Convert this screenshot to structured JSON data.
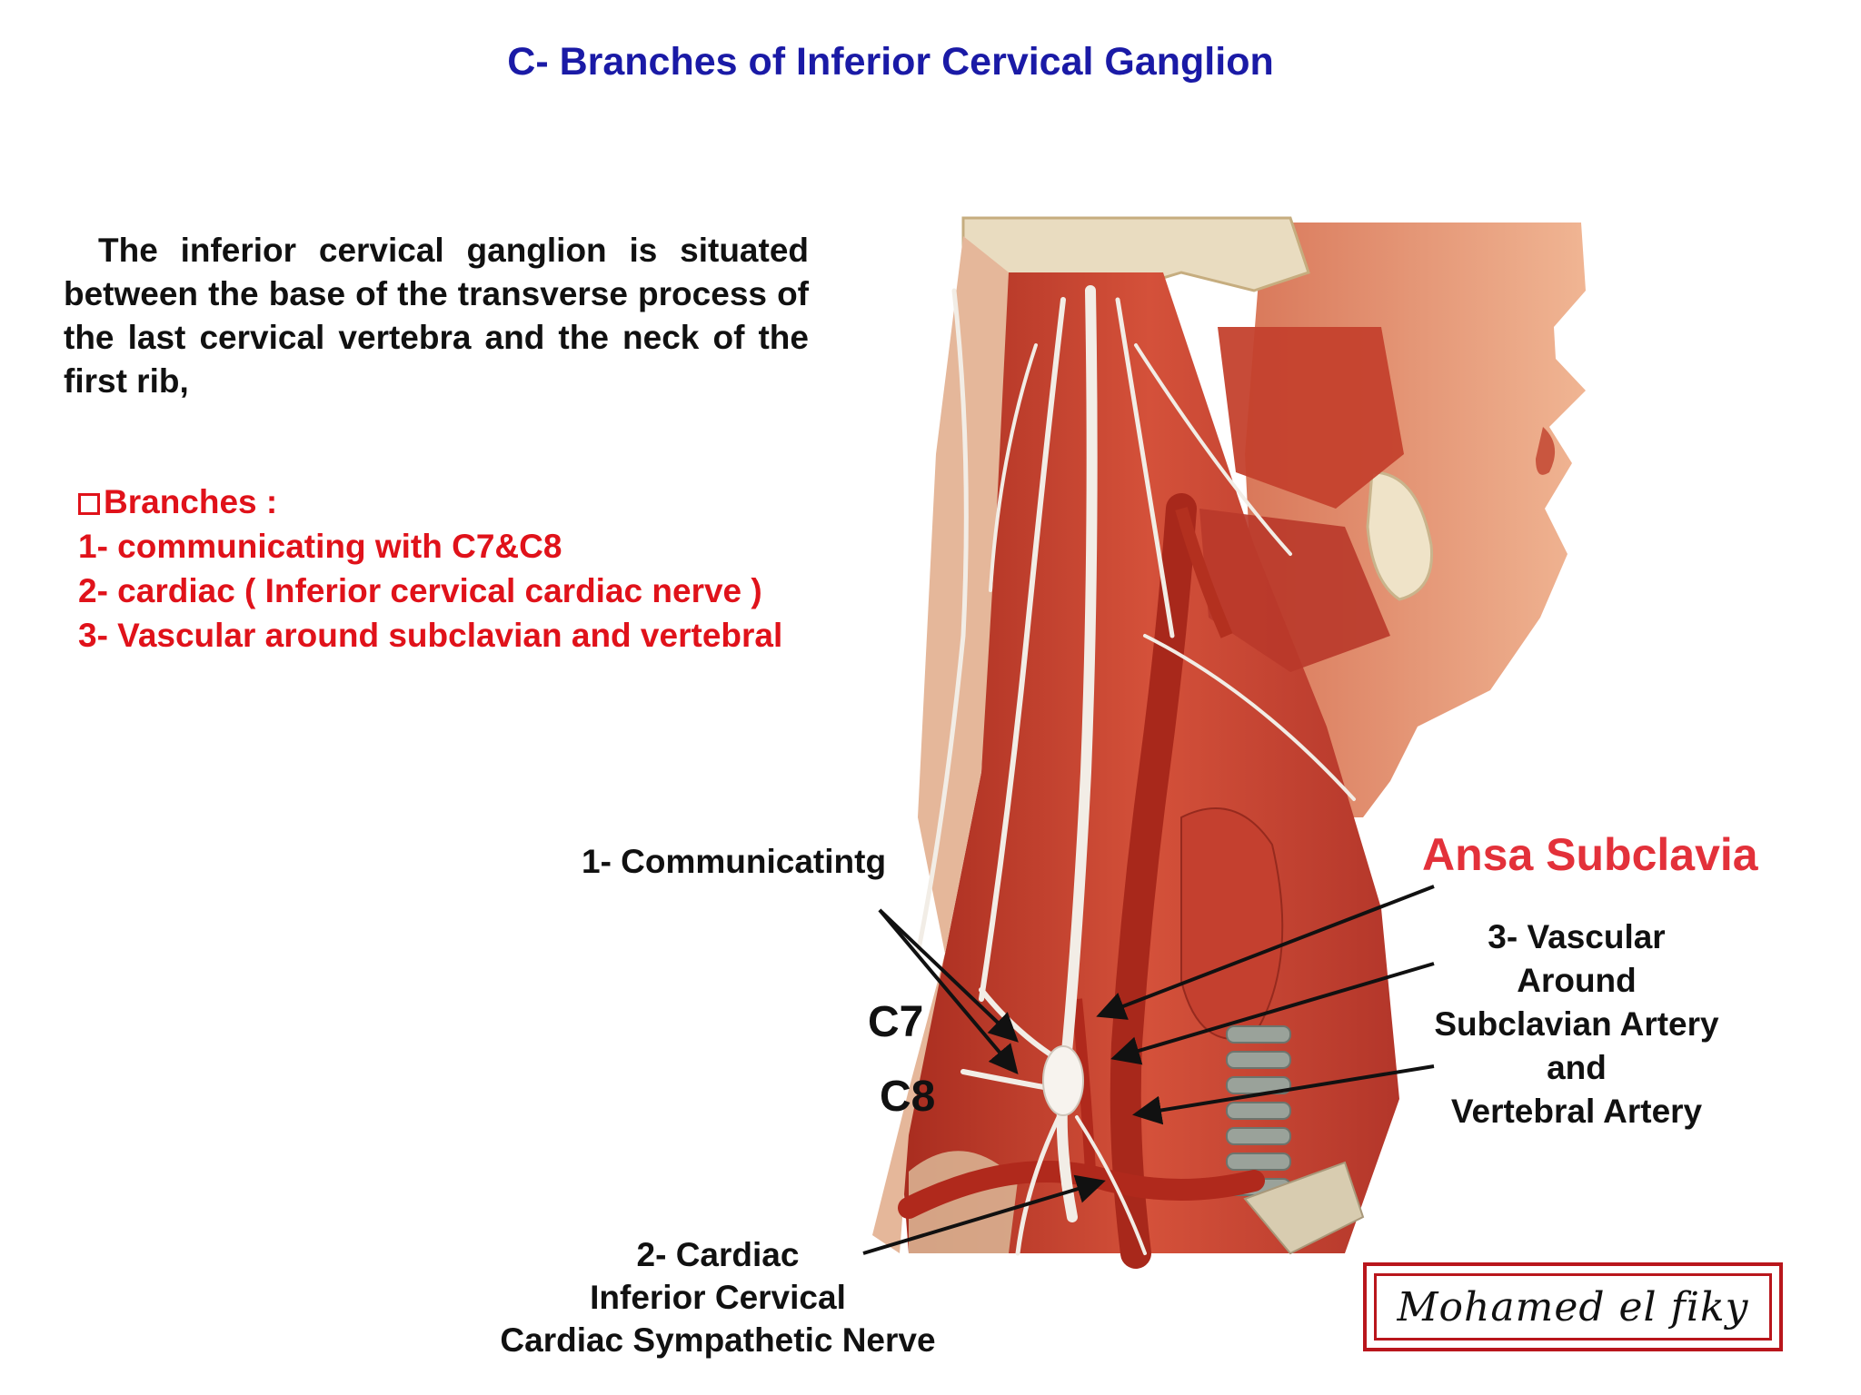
{
  "title": "C- Branches of  Inferior Cervical Ganglion",
  "intro": "The inferior cervical ganglion  is situated between the base of the transverse process of the last cervical vertebra and the neck of the first rib,",
  "branches": {
    "heading": "Branches :",
    "items": [
      "1- communicating with C7&C8",
      "2- cardiac ( Inferior cervical cardiac nerve )",
      "3- Vascular around subclavian and vertebral"
    ]
  },
  "labels": {
    "communicating": "1- Communicatintg",
    "c7": "C7",
    "c8": "C8",
    "ansa": "Ansa Subclavia",
    "vascular": [
      "3- Vascular",
      "Around",
      "Subclavian Artery",
      "and",
      "Vertebral Artery"
    ],
    "cardiac": [
      "2- Cardiac",
      "Inferior Cervical",
      "Cardiac Sympathetic Nerve"
    ]
  },
  "signature": "Mohamed el fiky",
  "colors": {
    "title": "#1a1aa6",
    "branches": "#e0121a",
    "ansa": "#e3313a",
    "signature_border": "#b9161c",
    "muscle": "#c8432f",
    "nerve": "#efe9e2",
    "skin": "#e9a07f"
  }
}
